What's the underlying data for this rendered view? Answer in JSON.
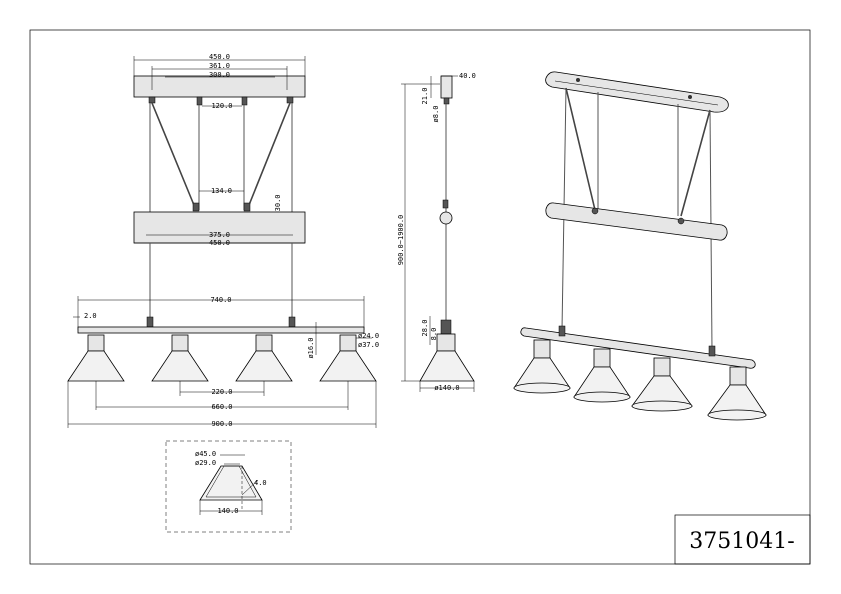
{
  "product_code": "3751041-",
  "front_view": {
    "canopy_width": "450.0",
    "canopy_inner": "361.0",
    "canopy_hole": "300.0",
    "upper_gap": "120.0",
    "lower_gap": "134.0",
    "tube_diameter": "ø30.0",
    "mid_bar_inner": "375.0",
    "mid_bar_width": "450.0",
    "bar_length": "740.0",
    "bar_offset": "2.0",
    "lamp_pitch": "220.0",
    "outer_lamp_span": "660.0",
    "overall_width": "900.0",
    "rod_diameter": "ø16.0",
    "socket_diameter": "ø24.0",
    "holder_diameter": "ø37.0"
  },
  "side_view": {
    "canopy_depth": "40.0",
    "canopy_height": "21.0",
    "canopy_lower": "ø8.0",
    "height_range": "900.0~1900.0",
    "lamp_socket": "28.0",
    "lamp_neck": "8.0",
    "shade_diameter": "ø140.0"
  },
  "detail_view": {
    "top_outer": "ø45.0",
    "top_inner": "ø29.0",
    "bottom_width": "140.0",
    "wall": "4.0"
  }
}
